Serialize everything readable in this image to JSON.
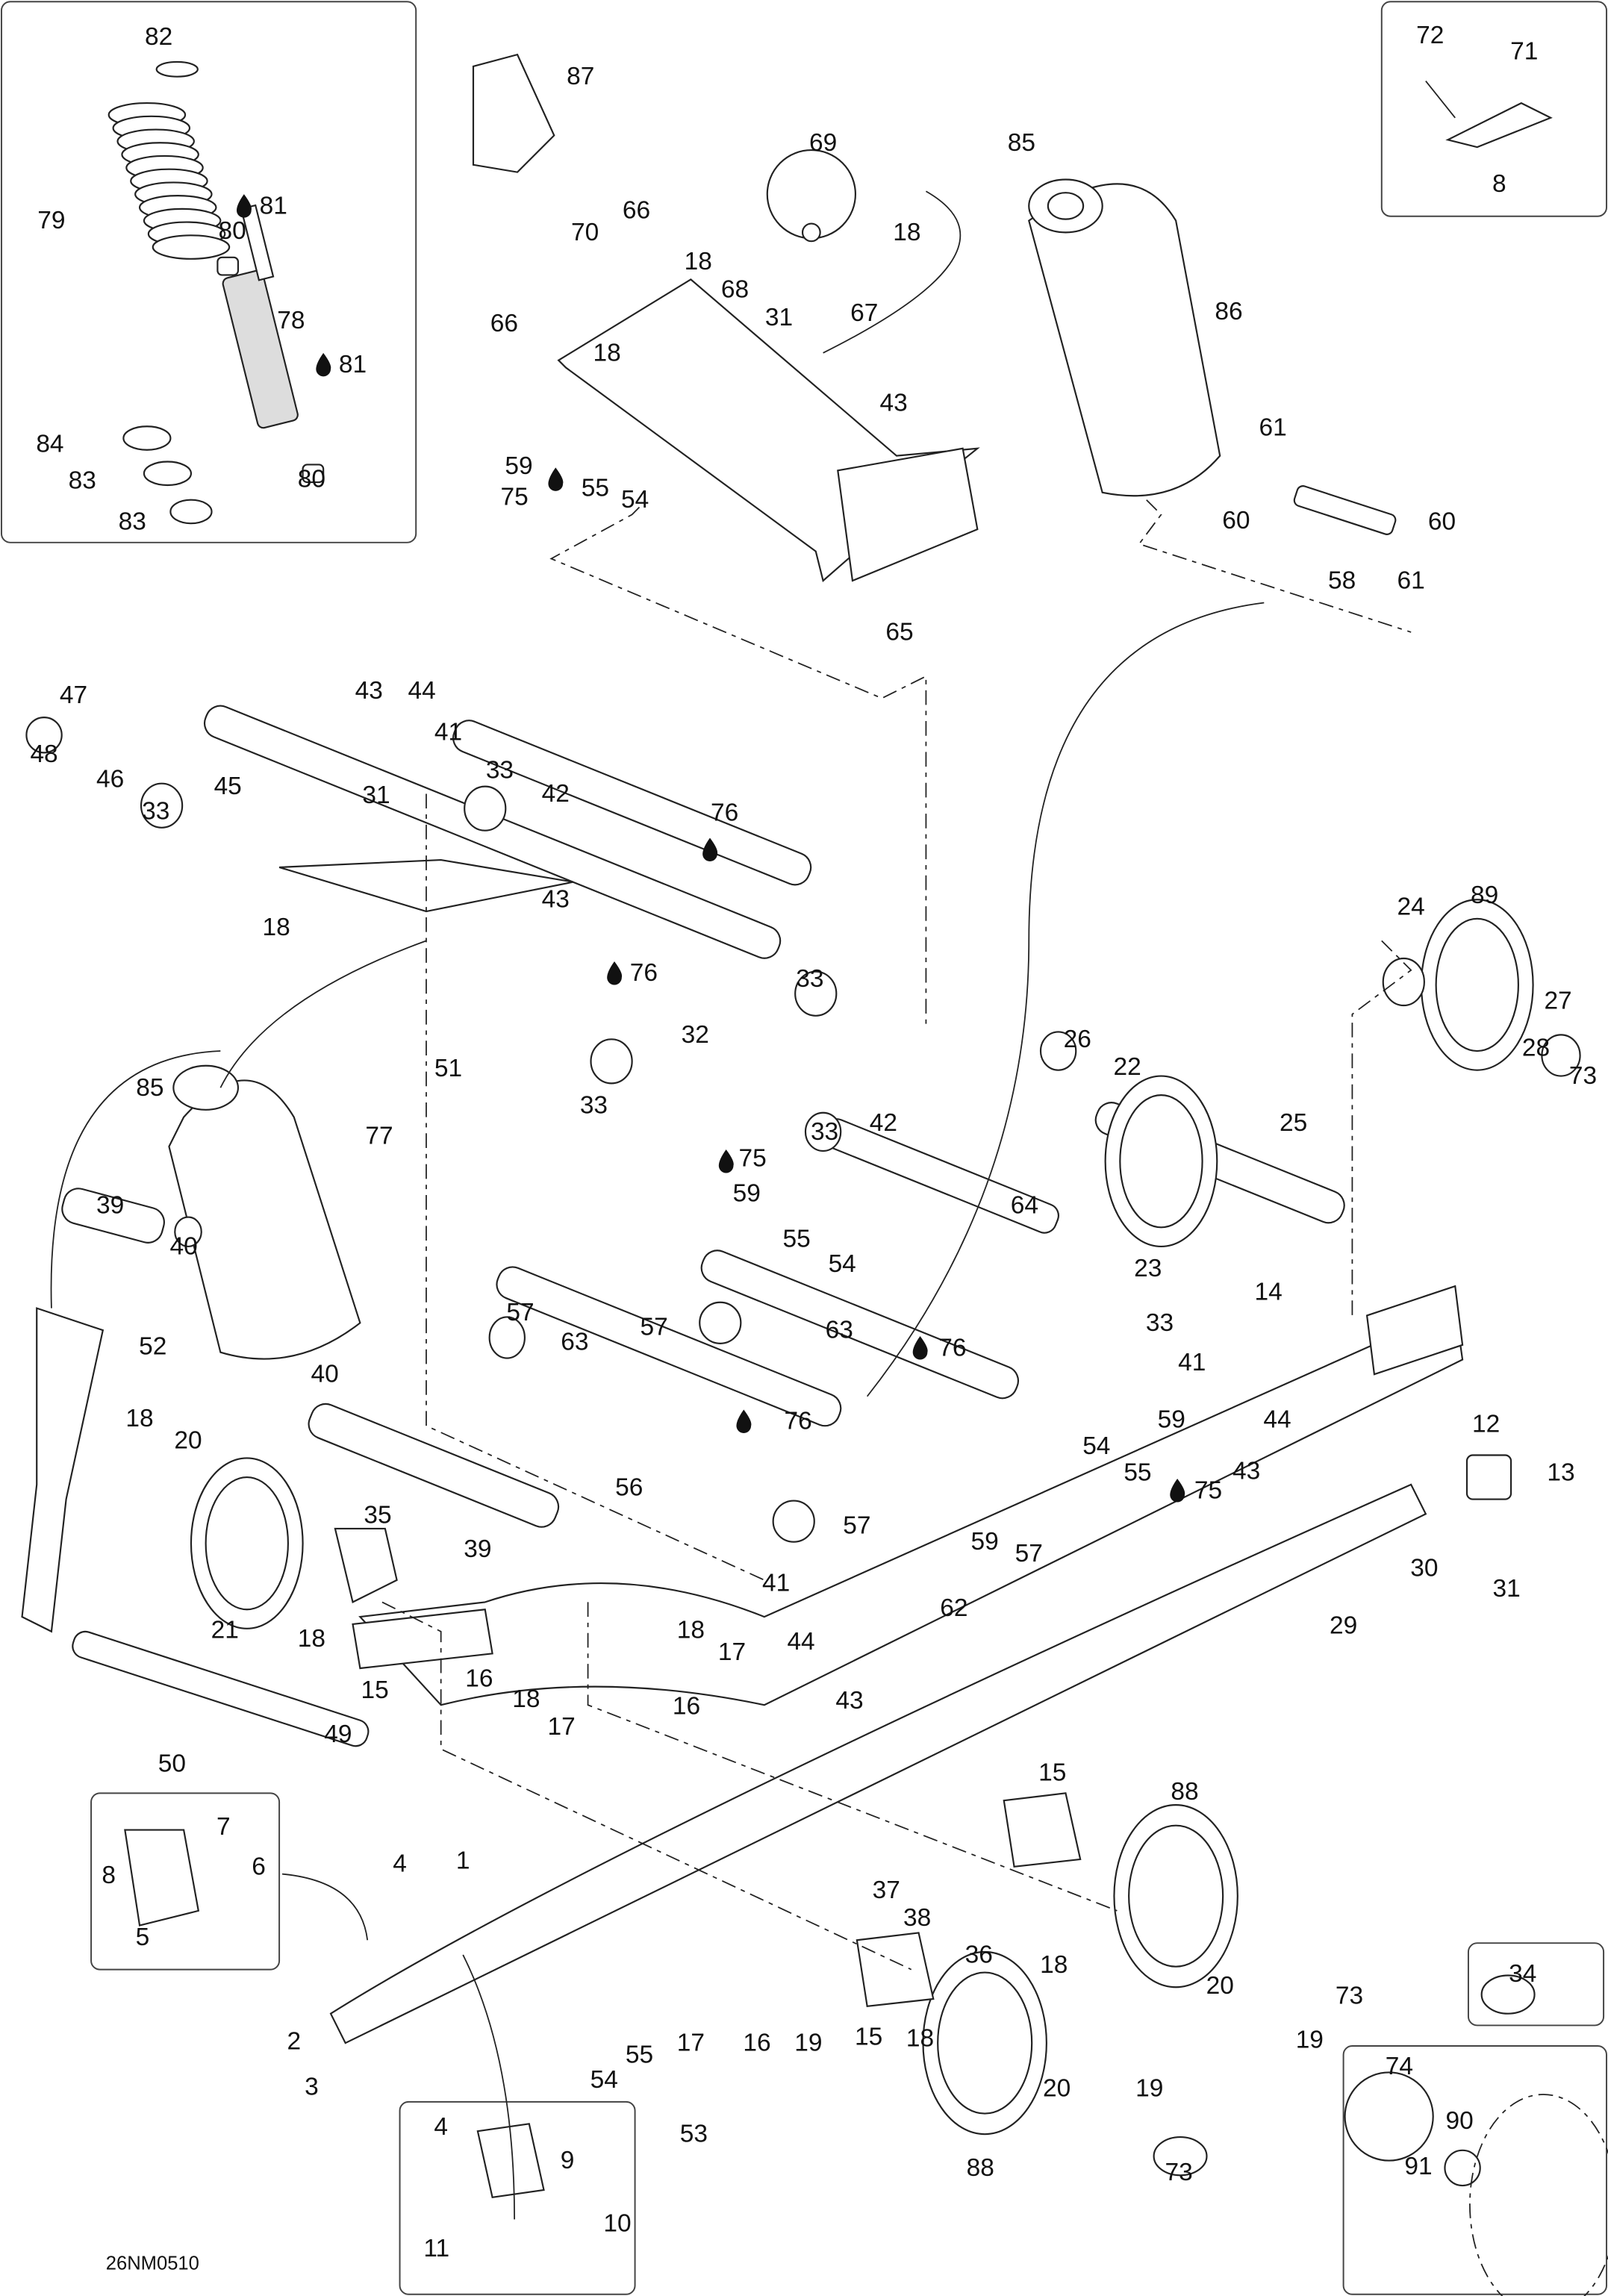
{
  "diagram_code": "26NM0510",
  "callouts": [
    "82",
    "79",
    "81",
    "80",
    "78",
    "81",
    "84",
    "83",
    "83",
    "80",
    "87",
    "69",
    "85",
    "70",
    "66",
    "18",
    "18",
    "68",
    "67",
    "31",
    "86",
    "66",
    "18",
    "43",
    "59",
    "75",
    "55",
    "54",
    "61",
    "60",
    "60",
    "58",
    "61",
    "65",
    "72",
    "71",
    "8",
    "47",
    "48",
    "46",
    "33",
    "45",
    "43",
    "44",
    "41",
    "33",
    "42",
    "31",
    "76",
    "43",
    "18",
    "76",
    "33",
    "32",
    "51",
    "33",
    "85",
    "77",
    "39",
    "40",
    "52",
    "24",
    "89",
    "27",
    "28",
    "73",
    "26",
    "22",
    "25",
    "23",
    "33",
    "42",
    "75",
    "59",
    "64",
    "55",
    "54",
    "57",
    "57",
    "63",
    "63",
    "76",
    "76",
    "33",
    "41",
    "14",
    "44",
    "59",
    "54",
    "55",
    "43",
    "75",
    "12",
    "13",
    "30",
    "31",
    "29",
    "56",
    "57",
    "57",
    "59",
    "62",
    "41",
    "40",
    "18",
    "20",
    "35",
    "39",
    "21",
    "18",
    "15",
    "50",
    "49",
    "18",
    "17",
    "44",
    "43",
    "16",
    "16",
    "18",
    "17",
    "7",
    "8",
    "6",
    "5",
    "4",
    "1",
    "15",
    "88",
    "37",
    "38",
    "36",
    "18",
    "34",
    "17",
    "16",
    "19",
    "15",
    "18",
    "20",
    "73",
    "19",
    "2",
    "3",
    "55",
    "54",
    "53",
    "88",
    "20",
    "19",
    "73",
    "74",
    "90",
    "91",
    "4",
    "9",
    "10",
    "11"
  ],
  "lubricant_callouts": [
    "81",
    "81",
    "75",
    "76",
    "76",
    "75",
    "76",
    "76",
    "75"
  ]
}
